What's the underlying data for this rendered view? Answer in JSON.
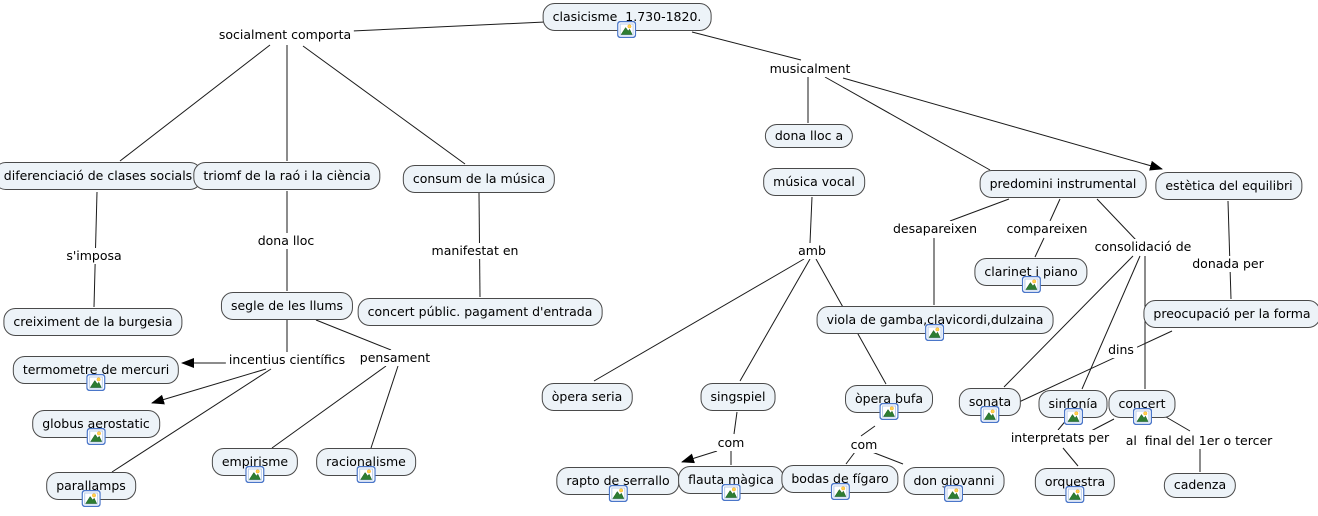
{
  "title": "clasicisme  1.730-1820.",
  "colors": {
    "background": "#ffffff",
    "node_fill": "#edf3f8",
    "node_border": "#4a4a4a",
    "line": "#000000",
    "icon_border": "#4a76c9",
    "icon_mountain": "#2e7d32",
    "icon_sun": "#ffd54f"
  },
  "nodes": [
    {
      "id": "clasicisme",
      "label": "clasicisme  1.730-1820.",
      "has_image_icon": true
    },
    {
      "id": "diferenciacio",
      "label": "diferenciació de clases socials",
      "has_image_icon": false
    },
    {
      "id": "triomf",
      "label": "triomf de la raó i la ciència",
      "has_image_icon": false
    },
    {
      "id": "consum",
      "label": "consum de la música",
      "has_image_icon": false
    },
    {
      "id": "creiximent",
      "label": "creiximent de la burgesia",
      "has_image_icon": false
    },
    {
      "id": "segle",
      "label": "segle de les llums",
      "has_image_icon": false
    },
    {
      "id": "concert-public",
      "label": "concert públic. pagament d'entrada",
      "has_image_icon": false
    },
    {
      "id": "termometre",
      "label": "termometre de mercuri",
      "has_image_icon": true
    },
    {
      "id": "globus",
      "label": "globus aerostatic",
      "has_image_icon": true
    },
    {
      "id": "parallamps",
      "label": "parallamps",
      "has_image_icon": true
    },
    {
      "id": "empirisme",
      "label": "empirisme",
      "has_image_icon": true
    },
    {
      "id": "racionalisme",
      "label": "racionalisme",
      "has_image_icon": true
    },
    {
      "id": "dona-lloc-a",
      "label": "dona lloc a",
      "has_image_icon": false
    },
    {
      "id": "musica-vocal",
      "label": "música vocal",
      "has_image_icon": false
    },
    {
      "id": "predomini",
      "label": "predomini instrumental",
      "has_image_icon": false
    },
    {
      "id": "estetica",
      "label": "estètica del equilibri",
      "has_image_icon": false
    },
    {
      "id": "clarinet",
      "label": "clarinet i piano",
      "has_image_icon": true
    },
    {
      "id": "viola",
      "label": "viola de gamba,clavicordi,dulzaina",
      "has_image_icon": true
    },
    {
      "id": "preocupacio",
      "label": "preocupació per la forma",
      "has_image_icon": false
    },
    {
      "id": "opera-seria",
      "label": "òpera seria",
      "has_image_icon": false
    },
    {
      "id": "singspiel",
      "label": "singspiel",
      "has_image_icon": false
    },
    {
      "id": "opera-bufa",
      "label": "òpera bufa",
      "has_image_icon": true
    },
    {
      "id": "sonata",
      "label": "sonata",
      "has_image_icon": true
    },
    {
      "id": "sinfonia",
      "label": "sinfonía",
      "has_image_icon": true
    },
    {
      "id": "concert",
      "label": "concert",
      "has_image_icon": true
    },
    {
      "id": "rapto",
      "label": "rapto de serrallo",
      "has_image_icon": true
    },
    {
      "id": "flauta",
      "label": "flauta màgica",
      "has_image_icon": true
    },
    {
      "id": "bodas",
      "label": "bodas de fígaro",
      "has_image_icon": true
    },
    {
      "id": "giovanni",
      "label": "don giovanni",
      "has_image_icon": true
    },
    {
      "id": "orquestra",
      "label": "orquestra",
      "has_image_icon": true
    },
    {
      "id": "cadenza",
      "label": "cadenza",
      "has_image_icon": false
    }
  ],
  "link_labels": [
    {
      "id": "socialment",
      "text": "socialment comporta"
    },
    {
      "id": "simposa",
      "text": "s'imposa"
    },
    {
      "id": "dona-lloc",
      "text": "dona lloc"
    },
    {
      "id": "manifestat",
      "text": "manifestat en"
    },
    {
      "id": "incentius",
      "text": "incentius científics"
    },
    {
      "id": "pensament",
      "text": "pensament"
    },
    {
      "id": "musicalment",
      "text": "musicalment"
    },
    {
      "id": "amb",
      "text": "amb"
    },
    {
      "id": "desapareixen",
      "text": "desapareixen"
    },
    {
      "id": "compareixen",
      "text": "compareixen"
    },
    {
      "id": "consolidacio",
      "text": "consolidació de"
    },
    {
      "id": "donada-per",
      "text": "donada per"
    },
    {
      "id": "dins",
      "text": "dins"
    },
    {
      "id": "com-left",
      "text": "com"
    },
    {
      "id": "com-right",
      "text": "com"
    },
    {
      "id": "interpretats",
      "text": "interpretats per"
    },
    {
      "id": "al-final",
      "text": "al  final del 1er o tercer"
    }
  ]
}
